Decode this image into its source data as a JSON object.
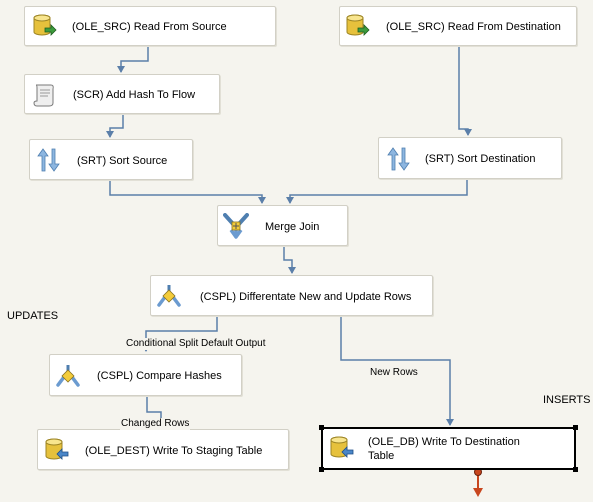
{
  "tasks": {
    "read_source": "(OLE_SRC) Read From Source",
    "read_destination": "(OLE_SRC) Read From Destination",
    "add_hash": "(SCR) Add Hash To Flow",
    "sort_source": "(SRT) Sort Source",
    "sort_destination": "(SRT) Sort Destination",
    "merge_join": "Merge Join",
    "differentiate": "(CSPL) Differentate New and Update Rows",
    "compare_hashes": "(CSPL) Compare Hashes",
    "write_staging": "(OLE_DEST) Write To Staging Table",
    "write_destination": "(OLE_DB) Write To Destination Table"
  },
  "path_labels": {
    "default_output": "Conditional Split Default Output",
    "new_rows": "New Rows",
    "changed_rows": "Changed Rows"
  },
  "annotations": {
    "updates": "UPDATES",
    "inserts": "INSERTS"
  },
  "colors": {
    "background": "#f5f4ee",
    "path": "#5b7fa9",
    "error_path": "#c8461e",
    "task_border": "#d2d0c6",
    "selection": "#000000"
  },
  "icons": {
    "read_source": "database-source-icon",
    "read_destination": "database-source-icon",
    "add_hash": "script-scroll-icon",
    "sort_source": "sort-arrows-icon",
    "sort_destination": "sort-arrows-icon",
    "merge_join": "merge-join-icon",
    "differentiate": "conditional-split-icon",
    "compare_hashes": "conditional-split-icon",
    "write_staging": "database-destination-icon",
    "write_destination": "database-destination-icon"
  }
}
